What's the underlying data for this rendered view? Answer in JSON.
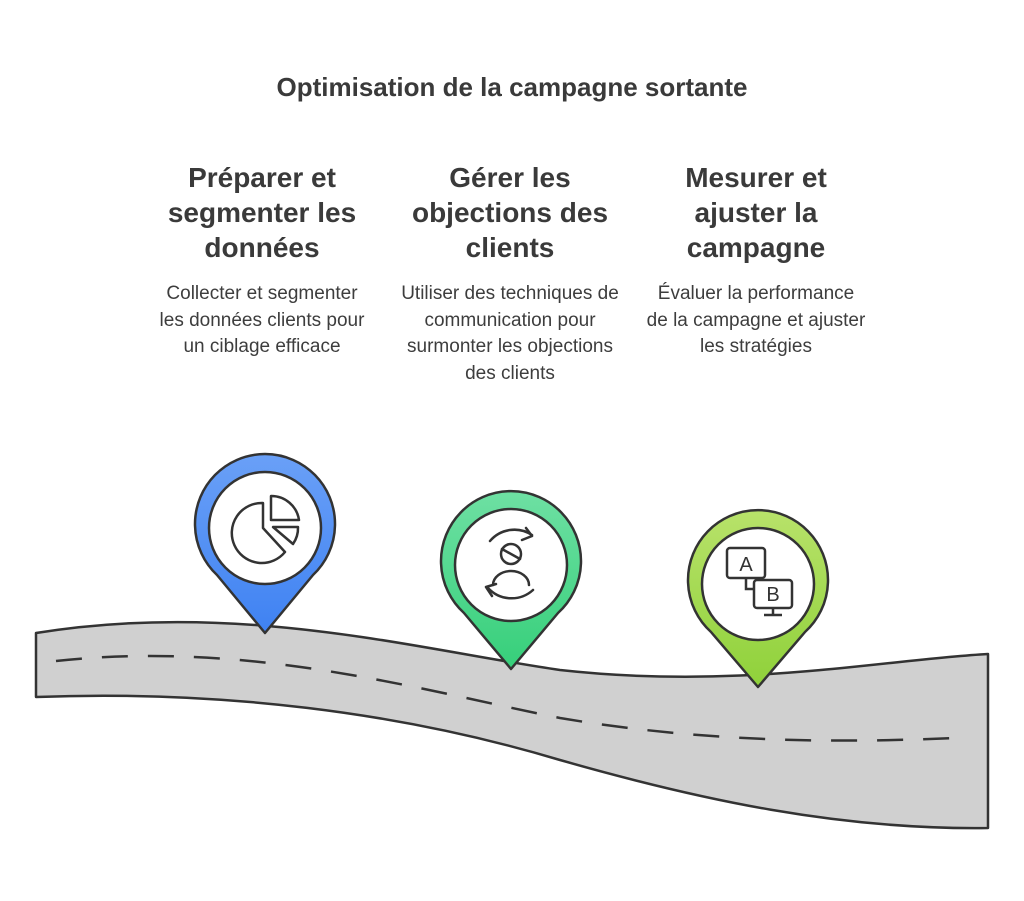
{
  "title": "Optimisation de la campagne sortante",
  "steps": [
    {
      "heading": "Préparer et segmenter les données",
      "description": "Collecter et segmenter les données clients pour un ciblage efficace",
      "icon": "pie-chart-icon",
      "color": "#4f8ff5"
    },
    {
      "heading": "Gérer les objections des clients",
      "description": "Utiliser des techniques de communication pour surmonter les objections des clients",
      "icon": "user-cycle-icon",
      "color": "#4dd68a"
    },
    {
      "heading": "Mesurer et ajuster la campagne",
      "description": "Évaluer la performance de la campagne et ajuster les stratégies",
      "icon": "ab-test-icon",
      "color": "#a3d94a"
    }
  ],
  "ab_icon": {
    "a": "A",
    "b": "B"
  },
  "colors": {
    "road": "#d0d0d0",
    "outline": "#333333",
    "text": "#333333"
  }
}
